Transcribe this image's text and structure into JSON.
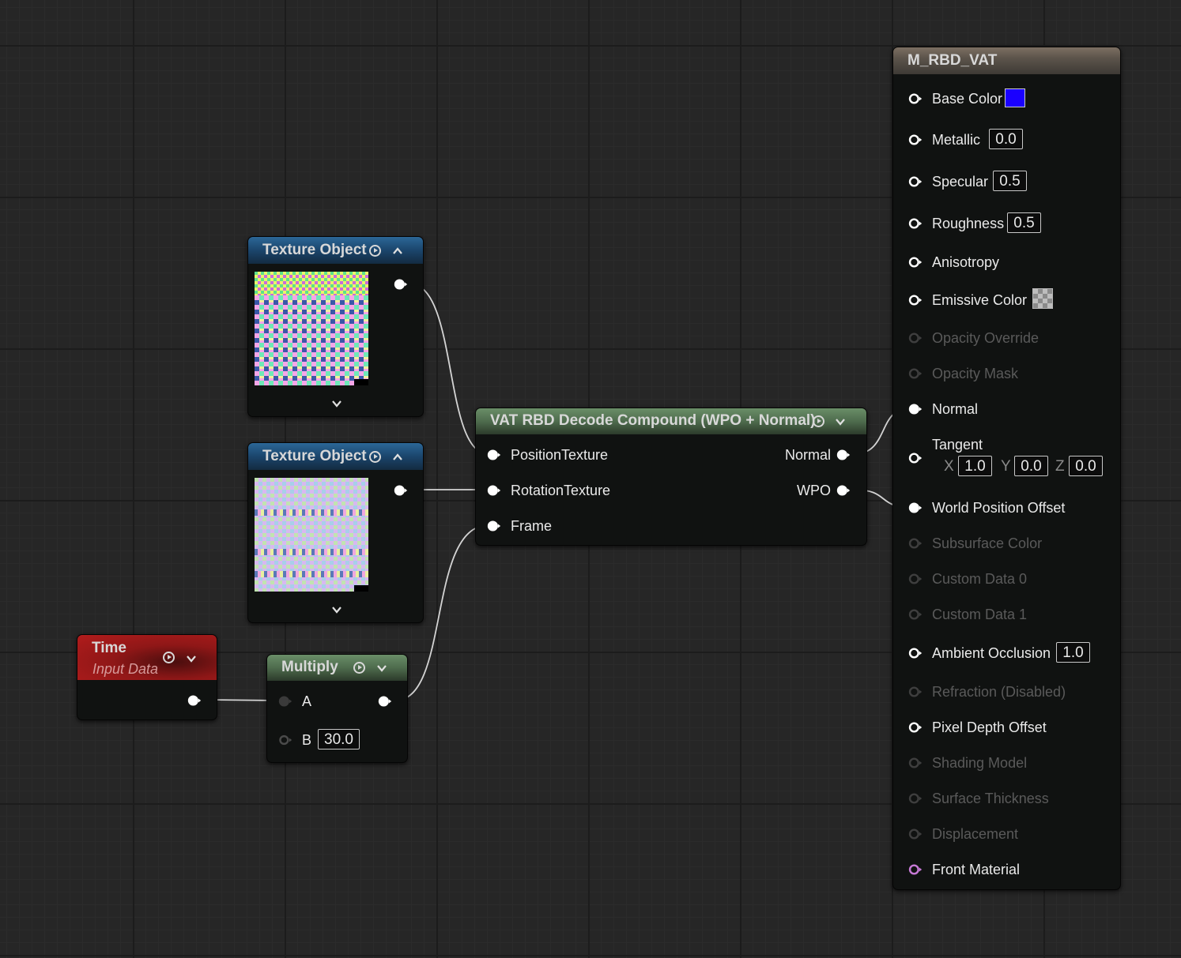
{
  "wire_color": "#d4d4d4",
  "texture_node_1": {
    "title": "Texture Object"
  },
  "texture_node_2": {
    "title": "Texture Object"
  },
  "time_node": {
    "title": "Time",
    "subtitle": "Input Data"
  },
  "multiply_node": {
    "title": "Multiply",
    "input_a": "A",
    "input_b": "B",
    "b_value": "30.0"
  },
  "vat_node": {
    "title": "VAT RBD Decode Compound (WPO + Normal)",
    "inputs": [
      "PositionTexture",
      "RotationTexture",
      "Frame"
    ],
    "outputs": [
      "Normal",
      "WPO"
    ]
  },
  "material_node": {
    "title": "M_RBD_VAT",
    "base_color_swatch": "#1a00ff",
    "pins": {
      "base_color": "Base Color",
      "metallic": "Metallic",
      "metallic_value": "0.0",
      "specular": "Specular",
      "specular_value": "0.5",
      "roughness": "Roughness",
      "roughness_value": "0.5",
      "anisotropy": "Anisotropy",
      "emissive_color": "Emissive Color",
      "opacity_override": "Opacity Override",
      "opacity_mask": "Opacity Mask",
      "normal": "Normal",
      "tangent": "Tangent",
      "tangent_x_label": "X",
      "tangent_x": "1.0",
      "tangent_y_label": "Y",
      "tangent_y": "0.0",
      "tangent_z_label": "Z",
      "tangent_z": "0.0",
      "world_position_offset": "World Position Offset",
      "subsurface_color": "Subsurface Color",
      "custom_data_0": "Custom Data 0",
      "custom_data_1": "Custom Data 1",
      "ambient_occlusion": "Ambient Occlusion",
      "ambient_occlusion_value": "1.0",
      "refraction": "Refraction (Disabled)",
      "pixel_depth_offset": "Pixel Depth Offset",
      "shading_model": "Shading Model",
      "surface_thickness": "Surface Thickness",
      "displacement": "Displacement",
      "front_material": "Front Material"
    }
  }
}
